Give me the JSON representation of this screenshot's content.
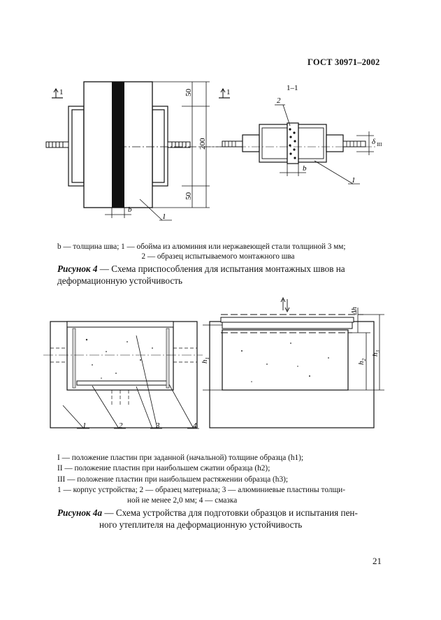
{
  "header": {
    "standard_code": "ГОСТ 30971–2002"
  },
  "figure4": {
    "diagram_labels": {
      "section_mark": "1",
      "section_title": "1–1",
      "dim_top": "50",
      "dim_total": "200",
      "dim_bottom": "50",
      "dim_b": "b",
      "dim_delta": "δ",
      "dim_delta_sub": "III",
      "callout_1": "1",
      "callout_2": "2"
    },
    "legend_line1": "b — толщина шва; 1 — обойма из алюминия или нержавеющей стали толщиной 3 мм;",
    "legend_line2": "2 — образец испытываемого монтажного шва",
    "caption_label": "Рисунок 4",
    "caption_text": " — Схема приспособления для испытания монтажных швов на деформационную устойчивость"
  },
  "figure4a": {
    "diagram_labels": {
      "callout_1": "1",
      "callout_2": "2",
      "callout_3": "3",
      "callout_4": "4",
      "dim_h1": "h",
      "dim_h1_sub": "1",
      "dim_h2": "h",
      "dim_h2_sub": "2",
      "dim_h3": "h",
      "dim_h3_sub": "3",
      "dim_dh": "Δh"
    },
    "legend": [
      "I — положение пластин при заданной (начальной) толщине образца (h1);",
      "II — положение пластин при наибольшем сжатии образца (h2);",
      "III — положение пластин при наибольшем растяжении образца (h3);",
      "1 — корпус устройства; 2 — образец материала; 3 — алюминиевые пластины толщи-",
      "ной не менее 2,0 мм; 4 — смазка"
    ],
    "caption_label": "Рисунок 4а",
    "caption_text_line1": " — Схема устройства для подготовки образцов и испытания пен-",
    "caption_text_line2": "ного утеплителя на деформационную устойчивость"
  },
  "page_number": "21"
}
